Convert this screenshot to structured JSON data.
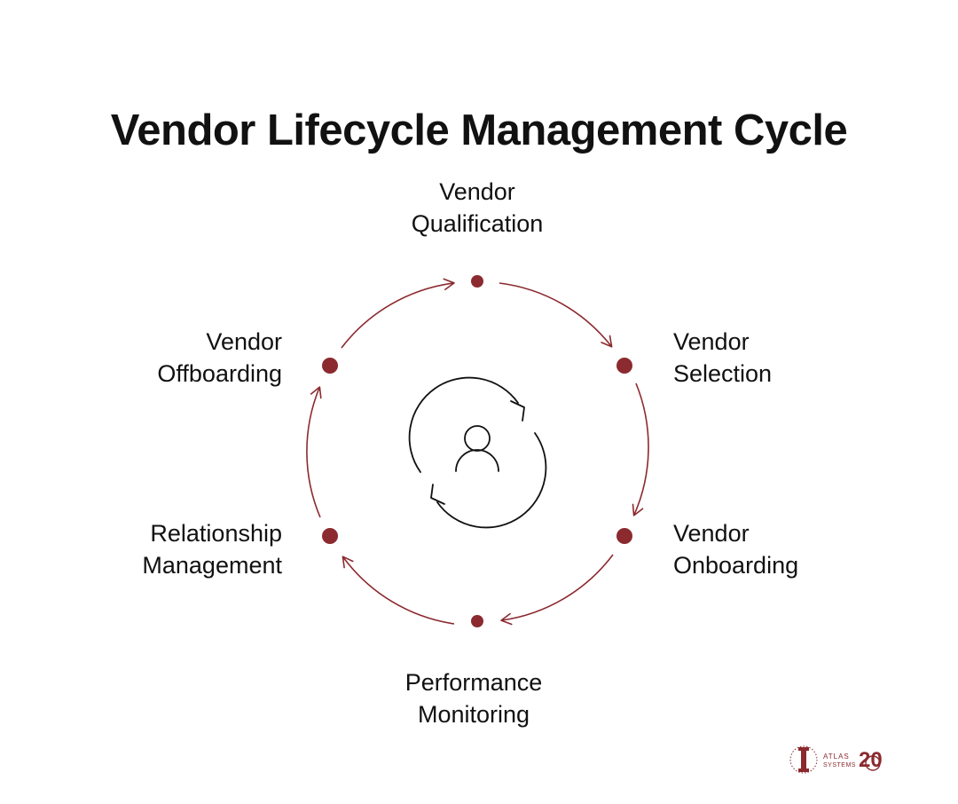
{
  "title": "Vendor Lifecycle Management Cycle",
  "colors": {
    "accent": "#8b2a2f",
    "text": "#111111",
    "icon": "#111111"
  },
  "stages": [
    {
      "line1": "Vendor",
      "line2": "Qualification"
    },
    {
      "line1": "Vendor",
      "line2": "Selection"
    },
    {
      "line1": "Vendor",
      "line2": "Onboarding"
    },
    {
      "line1": "Performance",
      "line2": "Monitoring"
    },
    {
      "line1": "Relationship",
      "line2": "Management"
    },
    {
      "line1": "Vendor",
      "line2": "Offboarding"
    }
  ],
  "center_icon": "user-refresh-icon",
  "logo": {
    "line1": "ATLAS",
    "line2": "SYSTEMS",
    "badge": "20"
  }
}
